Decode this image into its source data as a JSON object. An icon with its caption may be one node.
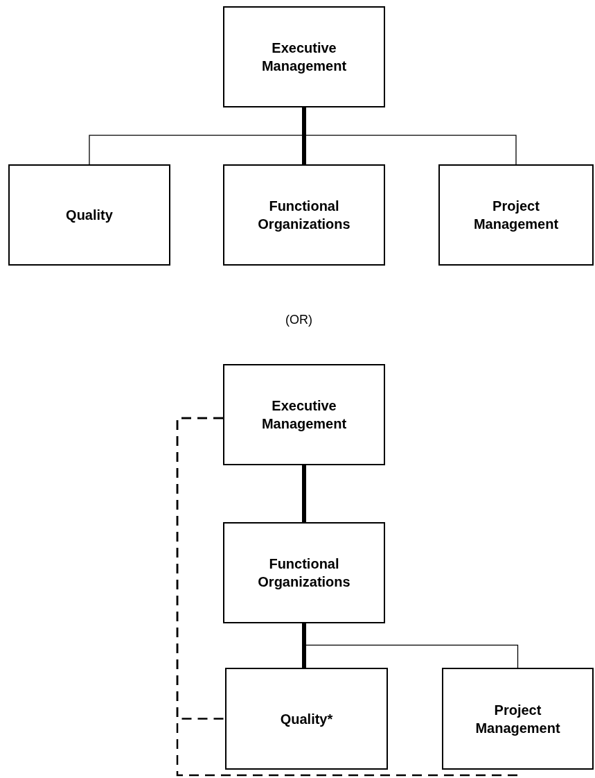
{
  "diagram": {
    "nodes": [
      {
        "text": [
          "Executive Management"
        ]
      },
      {
        "text": [
          "Quality"
        ]
      },
      {
        "text": [
          "Functional Organizations"
        ]
      },
      {
        "text": [
          "Project Management"
        ]
      },
      {
        "text": [
          "Executive Management"
        ]
      },
      {
        "text": [
          "Functional Organizations"
        ]
      },
      {
        "text": [
          "Quality*"
        ]
      },
      {
        "text": [
          "Project Management"
        ]
      }
    ],
    "edges": [
      {
        "from": 0,
        "to": 1,
        "arrow": "none"
      },
      {
        "from": 0,
        "to": 2,
        "arrow": "none",
        "style": "thick"
      },
      {
        "from": 0,
        "to": 3,
        "arrow": "none"
      },
      {
        "from": 4,
        "to": 5,
        "arrow": "none",
        "style": "thick"
      },
      {
        "from": 5,
        "to": 6,
        "arrow": "none",
        "style": "thick"
      },
      {
        "from": 5,
        "to": 7,
        "arrow": "none"
      },
      {
        "from": 4,
        "to": 6,
        "arrow": "none",
        "style": "dashed"
      },
      {
        "from": 4,
        "to": 7,
        "arrow": "none",
        "style": "dashed"
      }
    ],
    "labels": [
      "(OR)"
    ]
  }
}
